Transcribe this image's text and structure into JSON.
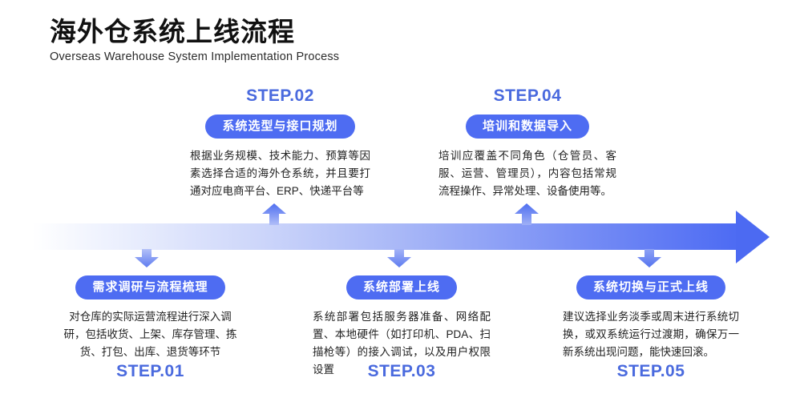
{
  "header": {
    "title": "海外仓系统上线流程",
    "subtitle": "Overseas Warehouse System Implementation Process"
  },
  "steps": [
    {
      "label": "STEP.01",
      "pill": "需求调研与流程梳理",
      "desc": "对仓库的实际运营流程进行深入调研，包括收货、上架、库存管理、拣货、打包、出库、退货等环节",
      "position": "below-timeline"
    },
    {
      "label": "STEP.02",
      "pill": "系统选型与接口规划",
      "desc": "根据业务规模、技术能力、预算等因素选择合适的海外仓系统，并且要打通对应电商平台、ERP、快递平台等",
      "position": "above-timeline"
    },
    {
      "label": "STEP.03",
      "pill": "系统部署上线",
      "desc": "系统部署包括服务器准备、网络配置、本地硬件（如打印机、PDA、扫描枪等）的接入调试，以及用户权限设置",
      "position": "below-timeline"
    },
    {
      "label": "STEP.04",
      "pill": "培训和数据导入",
      "desc": "培训应覆盖不同角色（仓管员、客服、运营、管理员），内容包括常规流程操作、异常处理、设备使用等。",
      "position": "above-timeline"
    },
    {
      "label": "STEP.05",
      "pill": "系统切换与正式上线",
      "desc": "建议选择业务淡季或周末进行系统切换，或双系统运行过渡期，确保万一新系统出现问题，能快速回滚。",
      "position": "below-timeline"
    }
  ],
  "colors": {
    "accent_blue": "#4d6bf3",
    "step_label_blue": "#4a6ade",
    "pill_background": "#4e6cf2",
    "body_text": "#222222",
    "timeline_gradient_start": "#ffffff",
    "timeline_gradient_end": "#4d6bf3"
  }
}
